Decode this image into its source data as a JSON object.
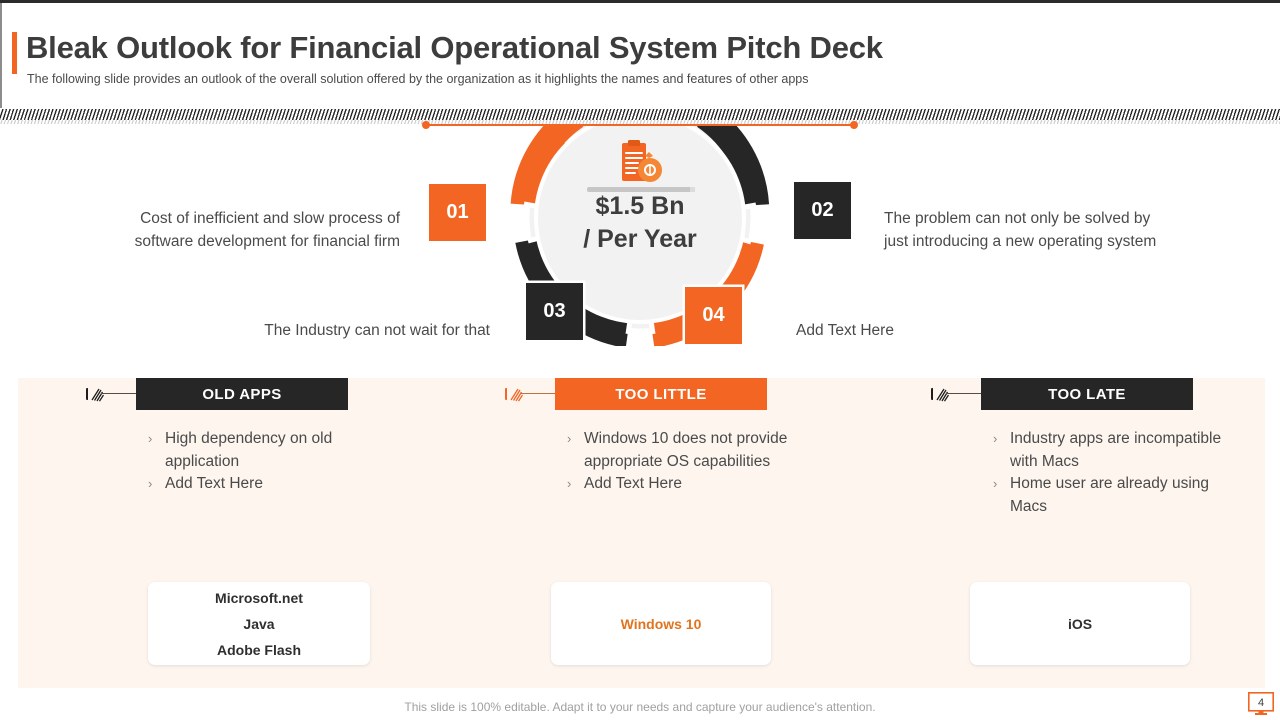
{
  "header": {
    "title": "Bleak Outlook for Financial Operational System Pitch Deck",
    "subtitle": "The following  slide provides an outlook of the overall solution offered by the organization as it highlights the names and features of other  apps"
  },
  "diagram": {
    "center_icon_name": "document-money-icon",
    "center_value_line1": "$1.5 Bn",
    "center_value_line2": "/ Per Year",
    "segments": [
      {
        "number": "01",
        "color": "#F26522",
        "callout": "Cost of inefficient and slow process of software development for financial firm"
      },
      {
        "number": "02",
        "color": "#262626",
        "callout": "The problem can not only be solved by just introducing a new operating system"
      },
      {
        "number": "03",
        "color": "#262626",
        "callout": "The Industry can not wait for that"
      },
      {
        "number": "04",
        "color": "#F26522",
        "callout": "Add Text Here"
      }
    ]
  },
  "columns": [
    {
      "head": "OLD APPS",
      "head_style": "dark",
      "icon": "hatched-tag-icon",
      "bullets": [
        "High dependency on old application",
        "Add Text Here"
      ],
      "card_lines": [
        "Microsoft.net",
        "Java",
        "Adobe Flash"
      ],
      "card_color": "#2F2F2F"
    },
    {
      "head": "TOO LITTLE",
      "head_style": "orange",
      "icon": "hatched-tag-icon",
      "bullets": [
        "Windows 10 does not provide appropriate OS capabilities",
        "Add Text Here"
      ],
      "card_lines": [
        "Windows 10"
      ],
      "card_color": "#E0741F"
    },
    {
      "head": "TOO LATE",
      "head_style": "dark",
      "icon": "hatched-tag-icon",
      "bullets": [
        "Industry apps are incompatible with Macs",
        "Home user  are already using Macs"
      ],
      "card_lines": [
        "iOS"
      ],
      "card_color": "#2F2F2F"
    }
  ],
  "footer": {
    "note": "This slide is 100% editable. Adapt it to your needs and capture your audience's attention.",
    "page_number": "4"
  },
  "colors": {
    "accent_orange": "#F26522",
    "dark": "#262626",
    "panel_beige": "#FDF5EE",
    "text_grey": "#4A4A4A"
  },
  "bullet_glyph": "›"
}
